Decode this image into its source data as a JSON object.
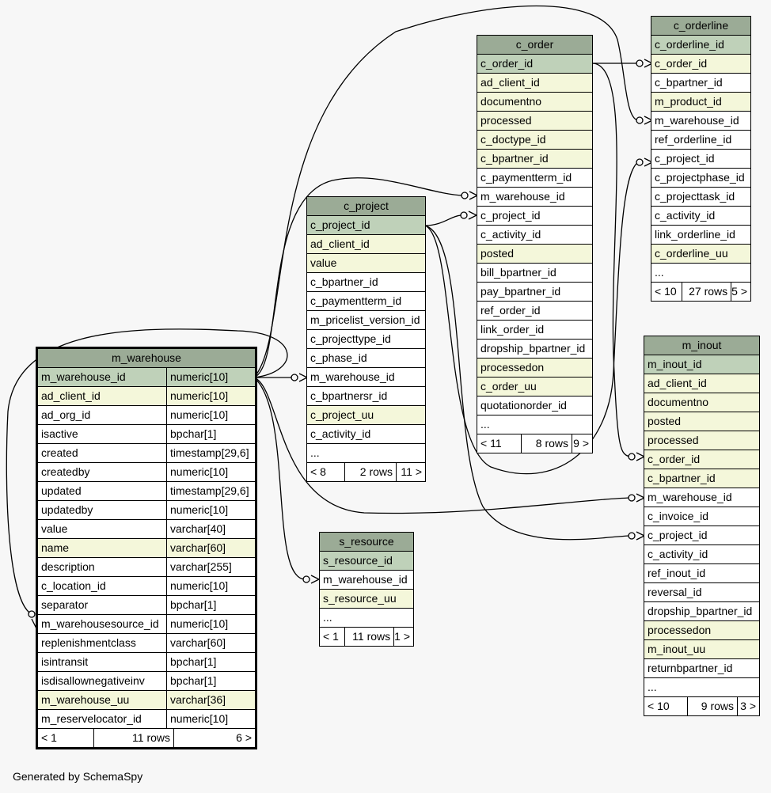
{
  "tables": {
    "m_warehouse": {
      "name": "m_warehouse",
      "columns": [
        {
          "name": "m_warehouse_id",
          "type": "numeric[10]",
          "kind": "pk"
        },
        {
          "name": "ad_client_id",
          "type": "numeric[10]",
          "kind": "fk"
        },
        {
          "name": "ad_org_id",
          "type": "numeric[10]",
          "kind": ""
        },
        {
          "name": "isactive",
          "type": "bpchar[1]",
          "kind": ""
        },
        {
          "name": "created",
          "type": "timestamp[29,6]",
          "kind": ""
        },
        {
          "name": "createdby",
          "type": "numeric[10]",
          "kind": ""
        },
        {
          "name": "updated",
          "type": "timestamp[29,6]",
          "kind": ""
        },
        {
          "name": "updatedby",
          "type": "numeric[10]",
          "kind": ""
        },
        {
          "name": "value",
          "type": "varchar[40]",
          "kind": ""
        },
        {
          "name": "name",
          "type": "varchar[60]",
          "kind": "fk"
        },
        {
          "name": "description",
          "type": "varchar[255]",
          "kind": ""
        },
        {
          "name": "c_location_id",
          "type": "numeric[10]",
          "kind": ""
        },
        {
          "name": "separator",
          "type": "bpchar[1]",
          "kind": ""
        },
        {
          "name": "m_warehousesource_id",
          "type": "numeric[10]",
          "kind": ""
        },
        {
          "name": "replenishmentclass",
          "type": "varchar[60]",
          "kind": ""
        },
        {
          "name": "isintransit",
          "type": "bpchar[1]",
          "kind": ""
        },
        {
          "name": "isdisallownegativeinv",
          "type": "bpchar[1]",
          "kind": ""
        },
        {
          "name": "m_warehouse_uu",
          "type": "varchar[36]",
          "kind": "fk"
        },
        {
          "name": "m_reservelocator_id",
          "type": "numeric[10]",
          "kind": ""
        }
      ],
      "footer": [
        "< 1",
        "11 rows",
        "6 >"
      ]
    },
    "c_project": {
      "name": "c_project",
      "columns": [
        {
          "name": "c_project_id",
          "kind": "pk"
        },
        {
          "name": "ad_client_id",
          "kind": "fk"
        },
        {
          "name": "value",
          "kind": "fk"
        },
        {
          "name": "c_bpartner_id",
          "kind": ""
        },
        {
          "name": "c_paymentterm_id",
          "kind": ""
        },
        {
          "name": "m_pricelist_version_id",
          "kind": ""
        },
        {
          "name": "c_projecttype_id",
          "kind": ""
        },
        {
          "name": "c_phase_id",
          "kind": ""
        },
        {
          "name": "m_warehouse_id",
          "kind": ""
        },
        {
          "name": "c_bpartnersr_id",
          "kind": ""
        },
        {
          "name": "c_project_uu",
          "kind": "fk"
        },
        {
          "name": "c_activity_id",
          "kind": ""
        },
        {
          "name": "...",
          "kind": ""
        }
      ],
      "footer": [
        "< 8",
        "2 rows",
        "11 >"
      ]
    },
    "c_order": {
      "name": "c_order",
      "columns": [
        {
          "name": "c_order_id",
          "kind": "pk"
        },
        {
          "name": "ad_client_id",
          "kind": "fk"
        },
        {
          "name": "documentno",
          "kind": "fk"
        },
        {
          "name": "processed",
          "kind": "fk"
        },
        {
          "name": "c_doctype_id",
          "kind": "fk"
        },
        {
          "name": "c_bpartner_id",
          "kind": "fk"
        },
        {
          "name": "c_paymentterm_id",
          "kind": ""
        },
        {
          "name": "m_warehouse_id",
          "kind": ""
        },
        {
          "name": "c_project_id",
          "kind": ""
        },
        {
          "name": "c_activity_id",
          "kind": ""
        },
        {
          "name": "posted",
          "kind": "fk"
        },
        {
          "name": "bill_bpartner_id",
          "kind": ""
        },
        {
          "name": "pay_bpartner_id",
          "kind": ""
        },
        {
          "name": "ref_order_id",
          "kind": ""
        },
        {
          "name": "link_order_id",
          "kind": ""
        },
        {
          "name": "dropship_bpartner_id",
          "kind": ""
        },
        {
          "name": "processedon",
          "kind": "fk"
        },
        {
          "name": "c_order_uu",
          "kind": "fk"
        },
        {
          "name": "quotationorder_id",
          "kind": ""
        },
        {
          "name": "...",
          "kind": ""
        }
      ],
      "footer": [
        "< 11",
        "8 rows",
        "9 >"
      ]
    },
    "c_orderline": {
      "name": "c_orderline",
      "columns": [
        {
          "name": "c_orderline_id",
          "kind": "pk"
        },
        {
          "name": "c_order_id",
          "kind": "fk"
        },
        {
          "name": "c_bpartner_id",
          "kind": ""
        },
        {
          "name": "m_product_id",
          "kind": "fk"
        },
        {
          "name": "m_warehouse_id",
          "kind": ""
        },
        {
          "name": "ref_orderline_id",
          "kind": ""
        },
        {
          "name": "c_project_id",
          "kind": ""
        },
        {
          "name": "c_projectphase_id",
          "kind": ""
        },
        {
          "name": "c_projecttask_id",
          "kind": ""
        },
        {
          "name": "c_activity_id",
          "kind": ""
        },
        {
          "name": "link_orderline_id",
          "kind": ""
        },
        {
          "name": "c_orderline_uu",
          "kind": "fk"
        },
        {
          "name": "...",
          "kind": ""
        }
      ],
      "footer": [
        "< 10",
        "27 rows",
        "5 >"
      ]
    },
    "m_inout": {
      "name": "m_inout",
      "columns": [
        {
          "name": "m_inout_id",
          "kind": "pk"
        },
        {
          "name": "ad_client_id",
          "kind": "fk"
        },
        {
          "name": "documentno",
          "kind": "fk"
        },
        {
          "name": "posted",
          "kind": "fk"
        },
        {
          "name": "processed",
          "kind": "fk"
        },
        {
          "name": "c_order_id",
          "kind": "fk"
        },
        {
          "name": "c_bpartner_id",
          "kind": "fk"
        },
        {
          "name": "m_warehouse_id",
          "kind": ""
        },
        {
          "name": "c_invoice_id",
          "kind": ""
        },
        {
          "name": "c_project_id",
          "kind": ""
        },
        {
          "name": "c_activity_id",
          "kind": ""
        },
        {
          "name": "ref_inout_id",
          "kind": ""
        },
        {
          "name": "reversal_id",
          "kind": ""
        },
        {
          "name": "dropship_bpartner_id",
          "kind": ""
        },
        {
          "name": "processedon",
          "kind": "fk"
        },
        {
          "name": "m_inout_uu",
          "kind": "fk"
        },
        {
          "name": "returnbpartner_id",
          "kind": ""
        },
        {
          "name": "...",
          "kind": ""
        }
      ],
      "footer": [
        "< 10",
        "9 rows",
        "3 >"
      ]
    },
    "s_resource": {
      "name": "s_resource",
      "columns": [
        {
          "name": "s_resource_id",
          "kind": "pk"
        },
        {
          "name": "m_warehouse_id",
          "kind": ""
        },
        {
          "name": "s_resource_uu",
          "kind": "fk"
        },
        {
          "name": "...",
          "kind": ""
        }
      ],
      "footer": [
        "< 1",
        "11 rows",
        "1 >"
      ]
    }
  },
  "colors": {
    "header": "#9bab96",
    "primary_key": "#bfd1b9",
    "highlight": "#f4f7da",
    "background": "#f7f7f7"
  },
  "credit": "Generated by SchemaSpy"
}
